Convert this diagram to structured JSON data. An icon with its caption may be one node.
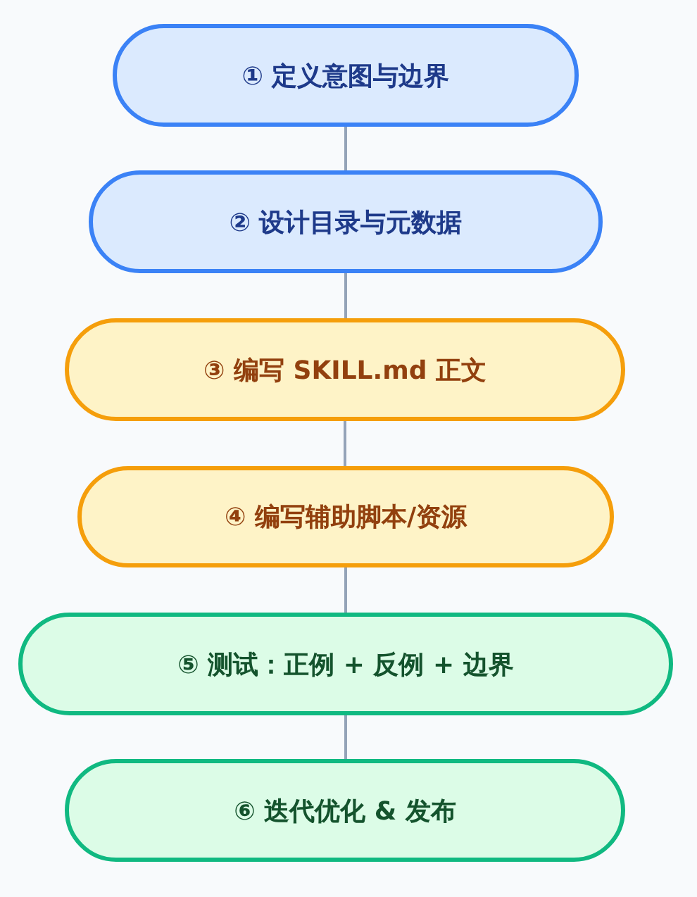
{
  "diagram": {
    "nodes": [
      {
        "text": [
          "① 定义意图与边界"
        ]
      },
      {
        "text": [
          "② 设计目录与元数据"
        ]
      },
      {
        "text": [
          "③ 编写 SKILL.md 正文"
        ]
      },
      {
        "text": [
          "④ 编写辅助脚本/资源"
        ]
      },
      {
        "text": [
          "⑤ 测试：正例 + 反例 + 边界"
        ]
      },
      {
        "text": [
          "⑥ 迭代优化 & 发布"
        ]
      }
    ],
    "edges": [
      {
        "from": 0,
        "to": 1,
        "arrow": "none"
      },
      {
        "from": 1,
        "to": 2,
        "arrow": "none"
      },
      {
        "from": 2,
        "to": 3,
        "arrow": "none"
      },
      {
        "from": 3,
        "to": 4,
        "arrow": "none"
      },
      {
        "from": 4,
        "to": 5,
        "arrow": "none"
      }
    ]
  }
}
